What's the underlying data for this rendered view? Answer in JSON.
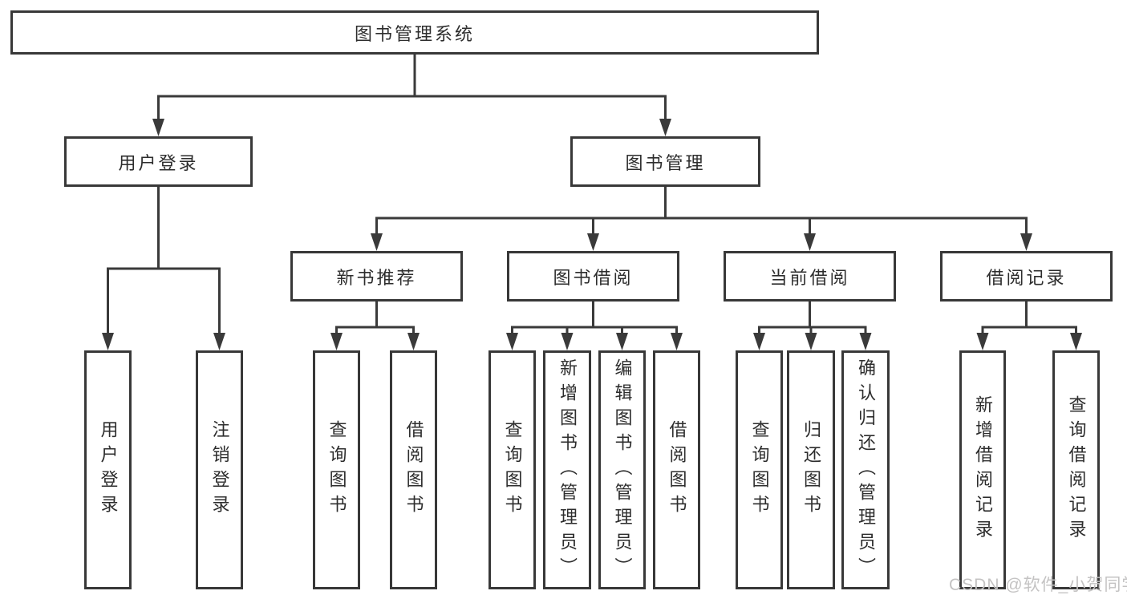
{
  "title": "图书管理系统",
  "tree": {
    "label": "图书管理系统",
    "children": [
      {
        "label": "用户登录",
        "children": [
          {
            "label": "用户登录"
          },
          {
            "label": "注销登录"
          }
        ]
      },
      {
        "label": "图书管理",
        "children": [
          {
            "label": "新书推荐",
            "children": [
              {
                "label": "查询图书"
              },
              {
                "label": "借阅图书"
              }
            ]
          },
          {
            "label": "图书借阅",
            "children": [
              {
                "label": "查询图书"
              },
              {
                "label": "新增图书（管理员）"
              },
              {
                "label": "编辑图书（管理员）"
              },
              {
                "label": "借阅图书"
              }
            ]
          },
          {
            "label": "当前借阅",
            "children": [
              {
                "label": "查询图书"
              },
              {
                "label": "归还图书"
              },
              {
                "label": "确认归还（管理员）"
              }
            ]
          },
          {
            "label": "借阅记录",
            "children": [
              {
                "label": "新增借阅记录"
              },
              {
                "label": "查询借阅记录"
              }
            ]
          }
        ]
      }
    ]
  },
  "watermark": "CSDN @软件_小贺同学",
  "colors": {
    "line": "#3a3a3a",
    "box_border": "#383838",
    "text": "#2d2d2d",
    "watermark": "#c4c3c3",
    "background": "#ffffff"
  }
}
